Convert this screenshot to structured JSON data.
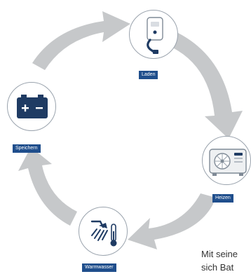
{
  "colors": {
    "arrow": "#c6c8ca",
    "label_bg": "#1f4e8c",
    "node_border": "#9aa3ad",
    "icon_dark": "#1f3b63"
  },
  "nodes": {
    "laden": {
      "label": "Laden",
      "icon": "wallbox-charger-icon"
    },
    "heizen": {
      "label": "Heizen",
      "icon": "heat-pump-icon"
    },
    "warmwasser": {
      "label": "Warmwasser",
      "icon": "shower-thermometer-icon"
    },
    "speichern": {
      "label": "Speichern",
      "icon": "battery-icon"
    }
  },
  "text": {
    "line1": "Mit seine",
    "line2": "sich Bat"
  }
}
